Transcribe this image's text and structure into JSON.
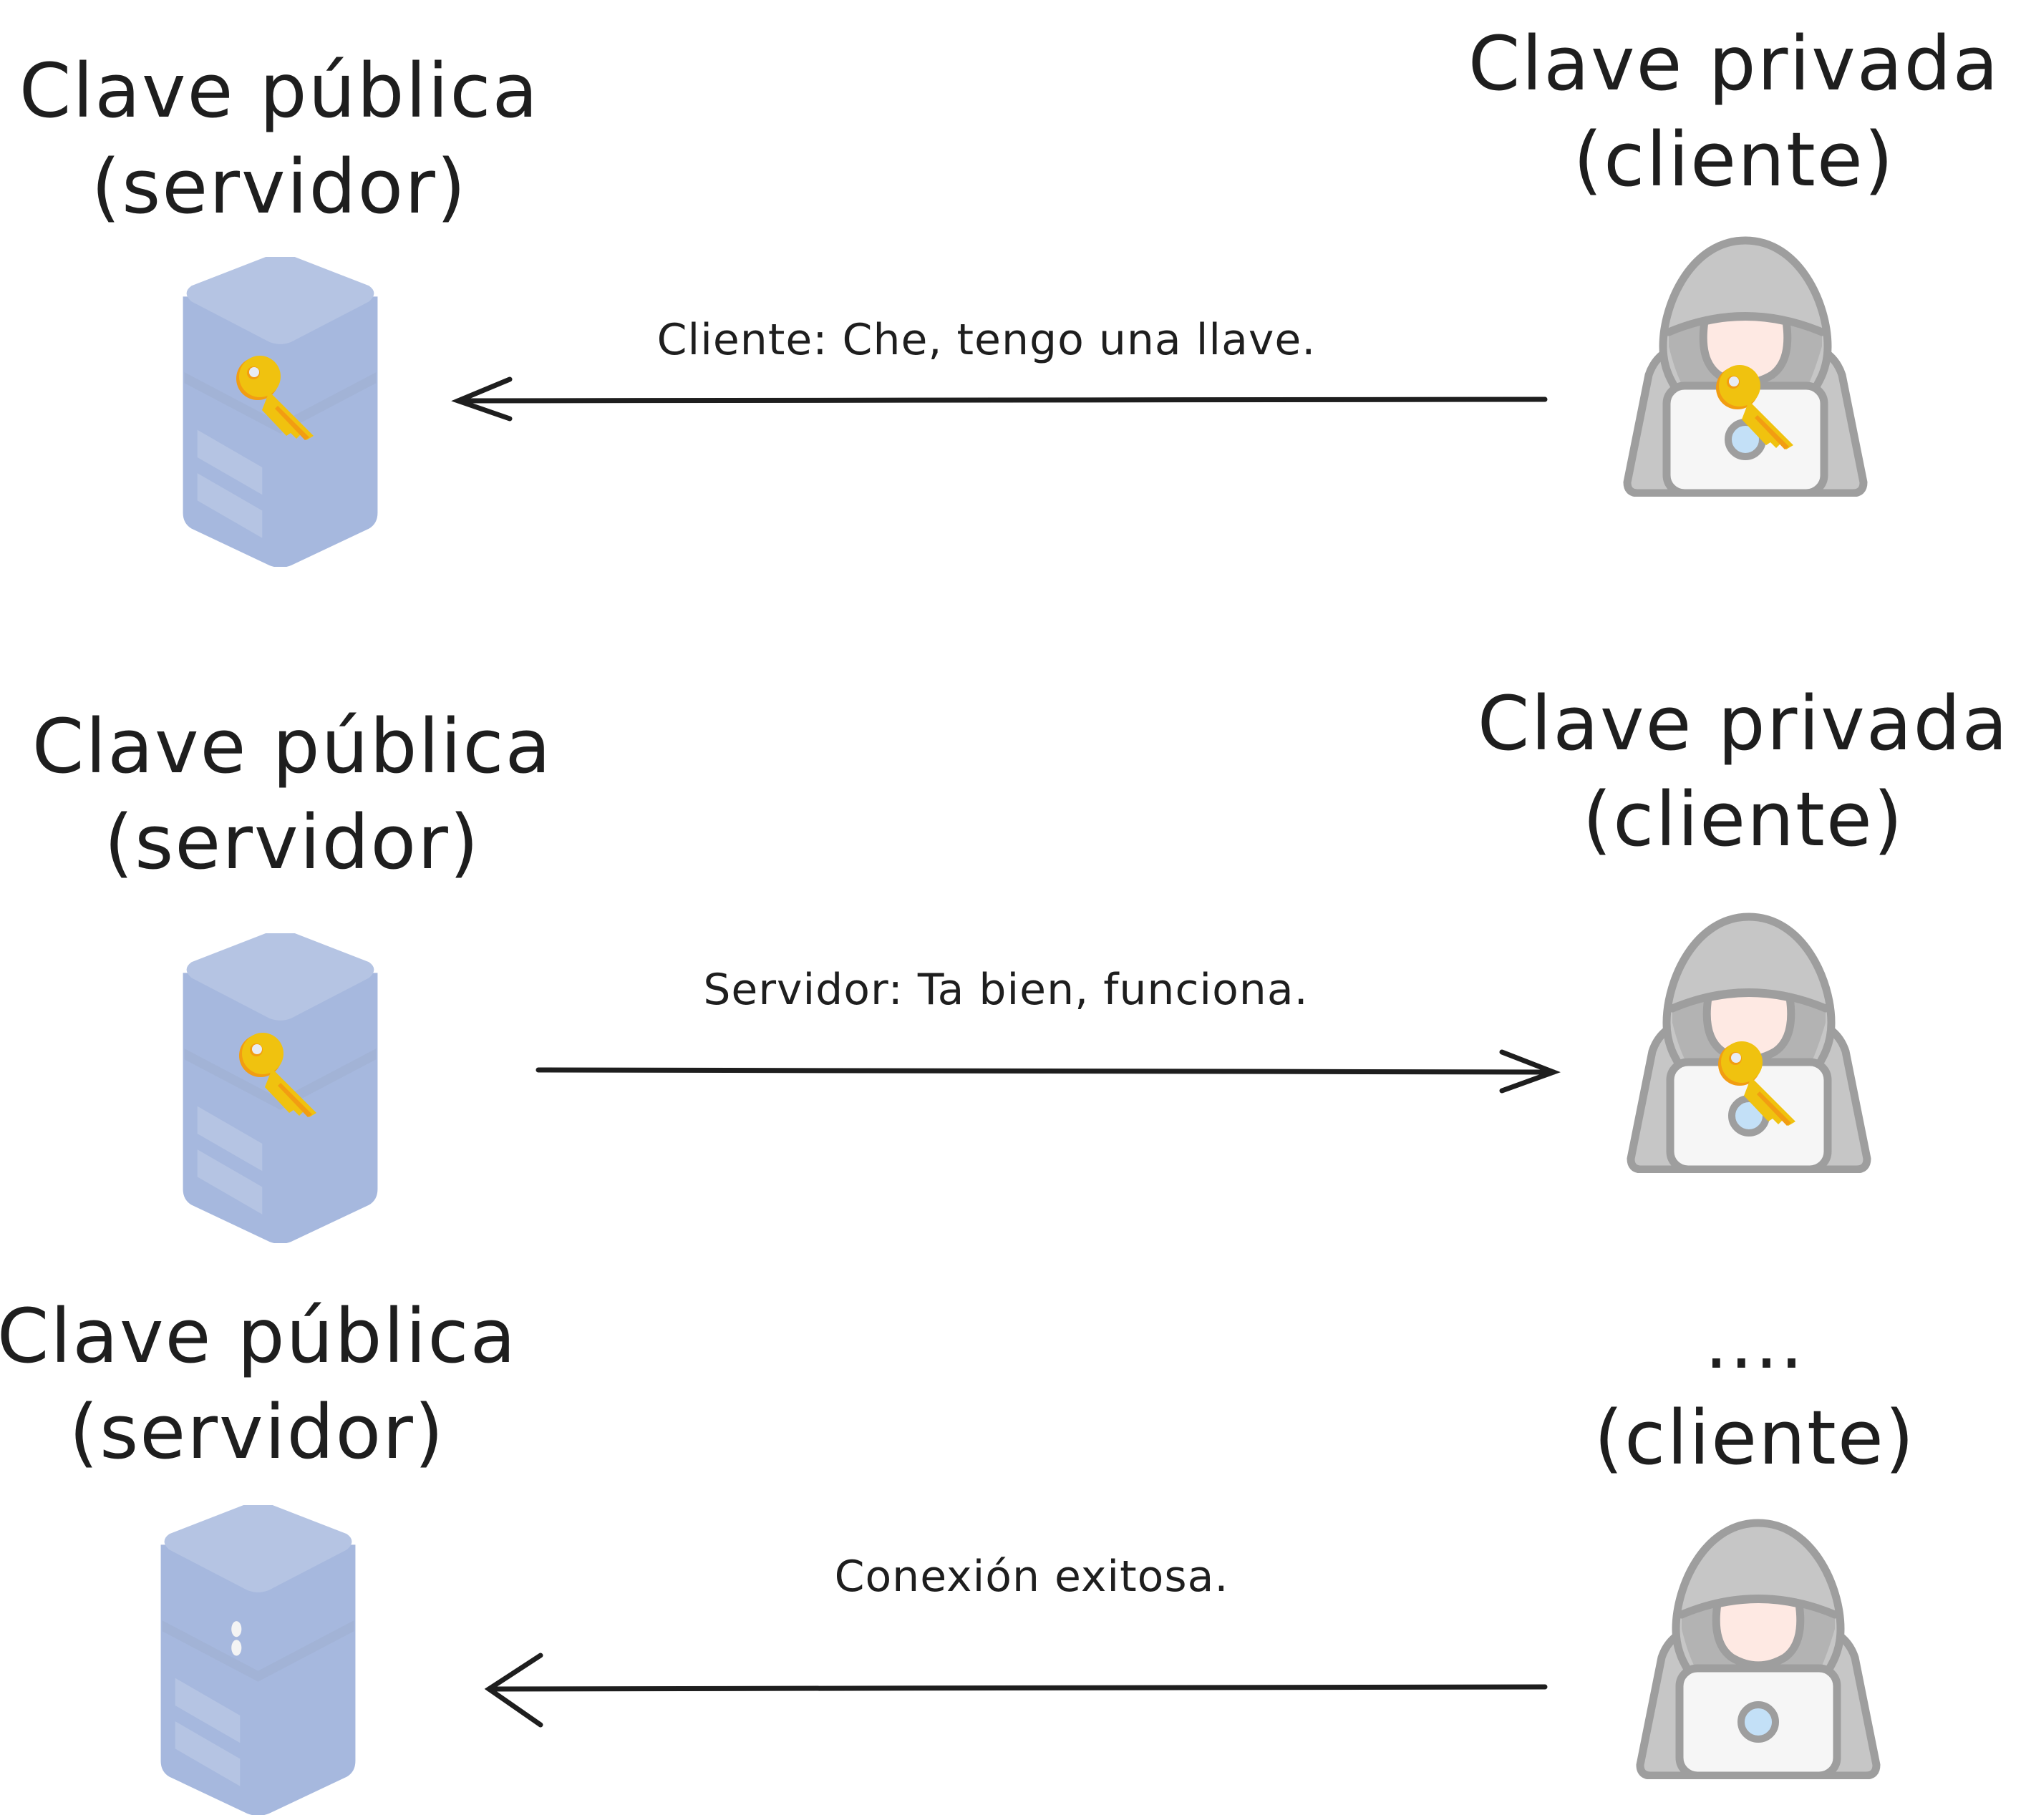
{
  "rows": [
    {
      "server_title_line1": "Clave pública",
      "server_title_line2": "(servidor)",
      "client_title_line1": "Clave privada",
      "client_title_line2": "(cliente)",
      "message": "Cliente: Che, tengo una llave.",
      "direction": "client-to-server",
      "server_icon": "server-with-key",
      "client_icon": "hacker-with-key"
    },
    {
      "server_title_line1": "Clave pública",
      "server_title_line2": "(servidor)",
      "client_title_line1": "Clave privada",
      "client_title_line2": "(cliente)",
      "message": "Servidor: Ta bien, funciona.",
      "direction": "server-to-client",
      "server_icon": "server-with-key",
      "client_icon": "hacker-with-key"
    },
    {
      "server_title_line1": "Clave pública",
      "server_title_line2": "(servidor)",
      "client_title_line1": "....",
      "client_title_line2": "(cliente)",
      "message": "Conexión exitosa.",
      "direction": "client-to-server",
      "server_icon": "server",
      "client_icon": "hacker"
    }
  ],
  "colors": {
    "ink": "#1e1e1e",
    "server_top": "#b5c4e3",
    "server_body": "#a6b8de",
    "key": "#f0c20f",
    "key_shade": "#f29d12",
    "hood": "#c6c6c6",
    "outline": "#9e9e9e",
    "face": "#fee9e3",
    "screen": "#f6f6f6",
    "lens": "#c3e0f7"
  }
}
